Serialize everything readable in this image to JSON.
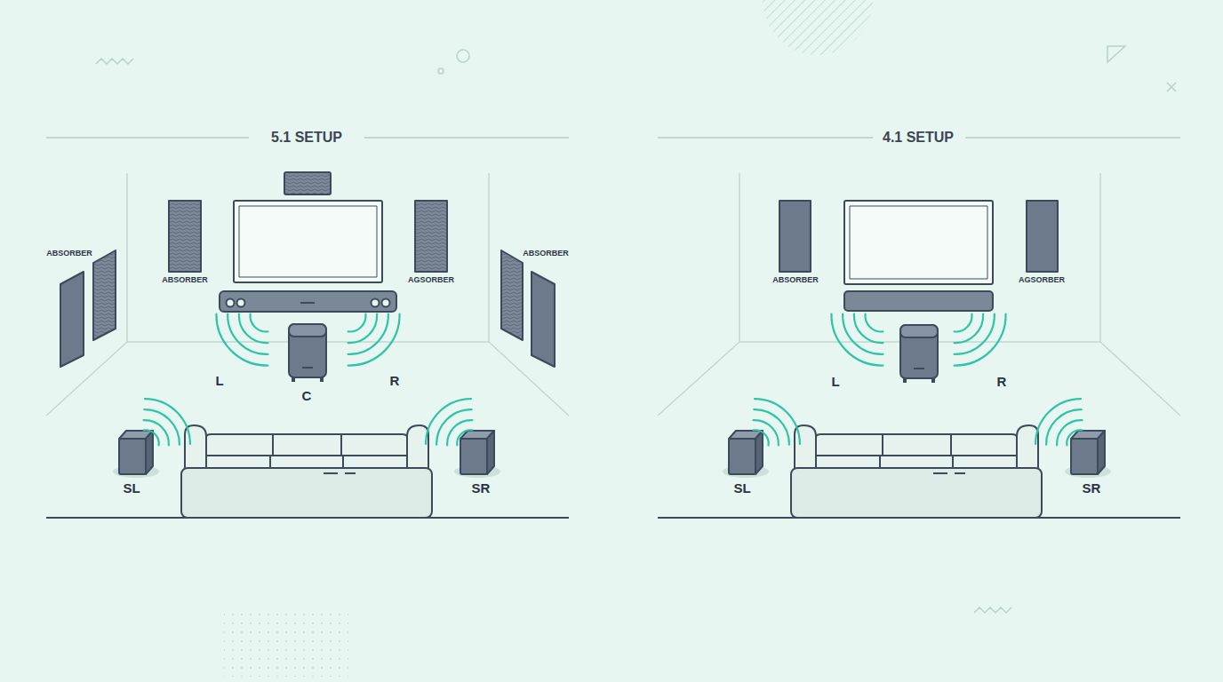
{
  "diagram": {
    "labels": [
      "5.1 SETUP",
      "4.1 SETUP",
      "ABSORBER",
      "ABSORBER",
      "AGSORBER",
      "ABSORBER",
      "L",
      "C",
      "R",
      "SL",
      "SR",
      "ABSORBER",
      "AGSORBER",
      "L",
      "R",
      "SL",
      "SR"
    ]
  }
}
